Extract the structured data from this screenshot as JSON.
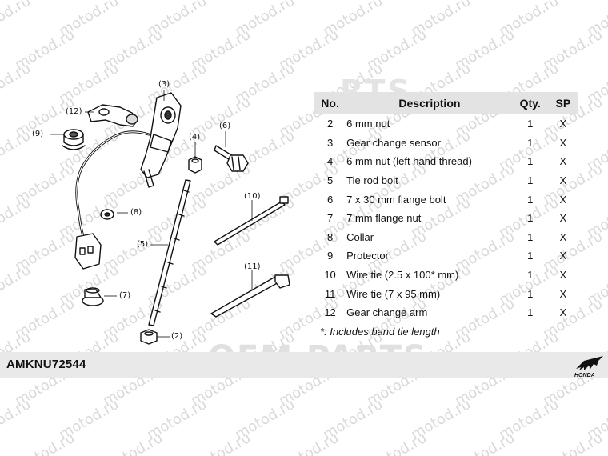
{
  "watermark": "motod.ru",
  "brand_text": "OEM PARTS",
  "part_code": "AMKNU72544",
  "logo_text": "HONDA",
  "callouts": [
    "(2)",
    "(3)",
    "(4)",
    "(5)",
    "(6)",
    "(7)",
    "(8)",
    "(9)",
    "(10)",
    "(11)",
    "(12)"
  ],
  "table": {
    "headers": {
      "no": "No.",
      "description": "Description",
      "qty": "Qty.",
      "sp": "SP"
    },
    "rows": [
      {
        "no": "2",
        "description": "6 mm nut",
        "qty": "1",
        "sp": "X"
      },
      {
        "no": "3",
        "description": "Gear change sensor",
        "qty": "1",
        "sp": "X"
      },
      {
        "no": "4",
        "description": "6 mm nut (left hand thread)",
        "qty": "1",
        "sp": "X"
      },
      {
        "no": "5",
        "description": "Tie rod bolt",
        "qty": "1",
        "sp": "X"
      },
      {
        "no": "6",
        "description": "7 x 30 mm flange bolt",
        "qty": "1",
        "sp": "X"
      },
      {
        "no": "7",
        "description": "7 mm flange nut",
        "qty": "1",
        "sp": "X"
      },
      {
        "no": "8",
        "description": "Collar",
        "qty": "1",
        "sp": "X"
      },
      {
        "no": "9",
        "description": "Protector",
        "qty": "1",
        "sp": "X"
      },
      {
        "no": "10",
        "description": "Wire tie (2.5 x 100* mm)",
        "qty": "1",
        "sp": "X"
      },
      {
        "no": "11",
        "description": "Wire tie (7 x 95 mm)",
        "qty": "1",
        "sp": "X"
      },
      {
        "no": "12",
        "description": "Gear change arm",
        "qty": "1",
        "sp": "X"
      }
    ]
  },
  "footnote": "*: Includes band tie length"
}
